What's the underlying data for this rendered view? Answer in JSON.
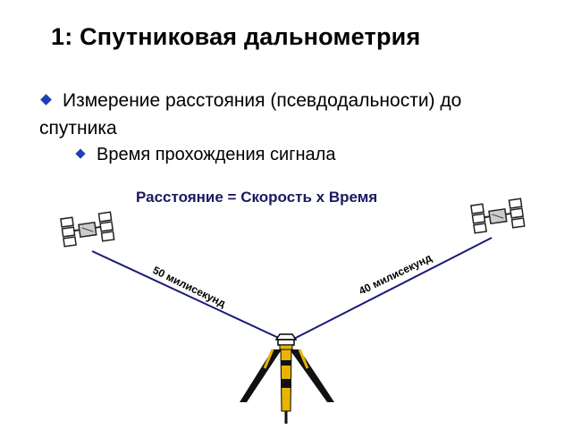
{
  "slide": {
    "title": "1: Спутниковая дальнометрия",
    "bullet_main": "Измерение расстояния (псевдодальности) до спутника",
    "bullet_sub": "Время прохождения сигнала",
    "formula": "Расстояние = Скорость x Время",
    "left_signal_label": "50 милисекунд",
    "right_signal_label": "40 милисекунд"
  },
  "colors": {
    "bullet": "#1f3fb5",
    "signal_line": "#1a1a7a",
    "tripod": "#e8b400"
  }
}
